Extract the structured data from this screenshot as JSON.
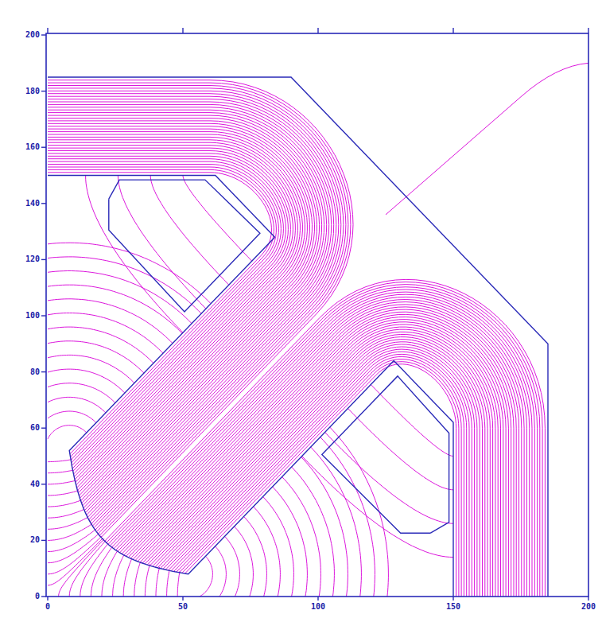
{
  "diagram": {
    "labels": [
      "200",
      "180",
      "160",
      "140",
      "120",
      "100",
      "80",
      "60",
      "40",
      "20",
      "0",
      "0",
      "50",
      "100",
      "150",
      "200"
    ]
  }
}
